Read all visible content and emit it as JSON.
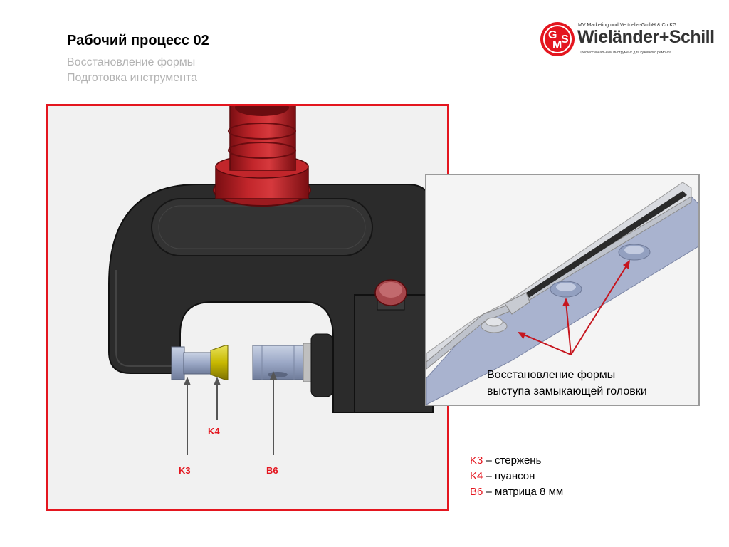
{
  "header": {
    "title": "Рабочий процесс 02",
    "subtitle_1": "Восстановление формы",
    "subtitle_2": "Подготовка инструмента"
  },
  "logo": {
    "company": "MV Marketing und Vertriebs-GmbH & Co.KG",
    "brand": "Wieländer+Schill",
    "tagline": "Профессиональный инструмент для кузовного ремонта",
    "badge_letters": "GMS",
    "badge_color": "#e4161f"
  },
  "callouts": {
    "k3": "K3",
    "k4": "K4",
    "b6": "B6"
  },
  "inset": {
    "caption_line_1": "Восстановление формы",
    "caption_line_2": "выступа замыкающей головки"
  },
  "legend": [
    {
      "code": "K3",
      "text": " – стержень"
    },
    {
      "code": "K4",
      "text": " – пуансон"
    },
    {
      "code": "B6",
      "text": " – матрица 8 мм"
    }
  ],
  "colors": {
    "accent": "#e4161f",
    "frame_border": "#e4161f",
    "inset_border": "#9a9a9a"
  }
}
